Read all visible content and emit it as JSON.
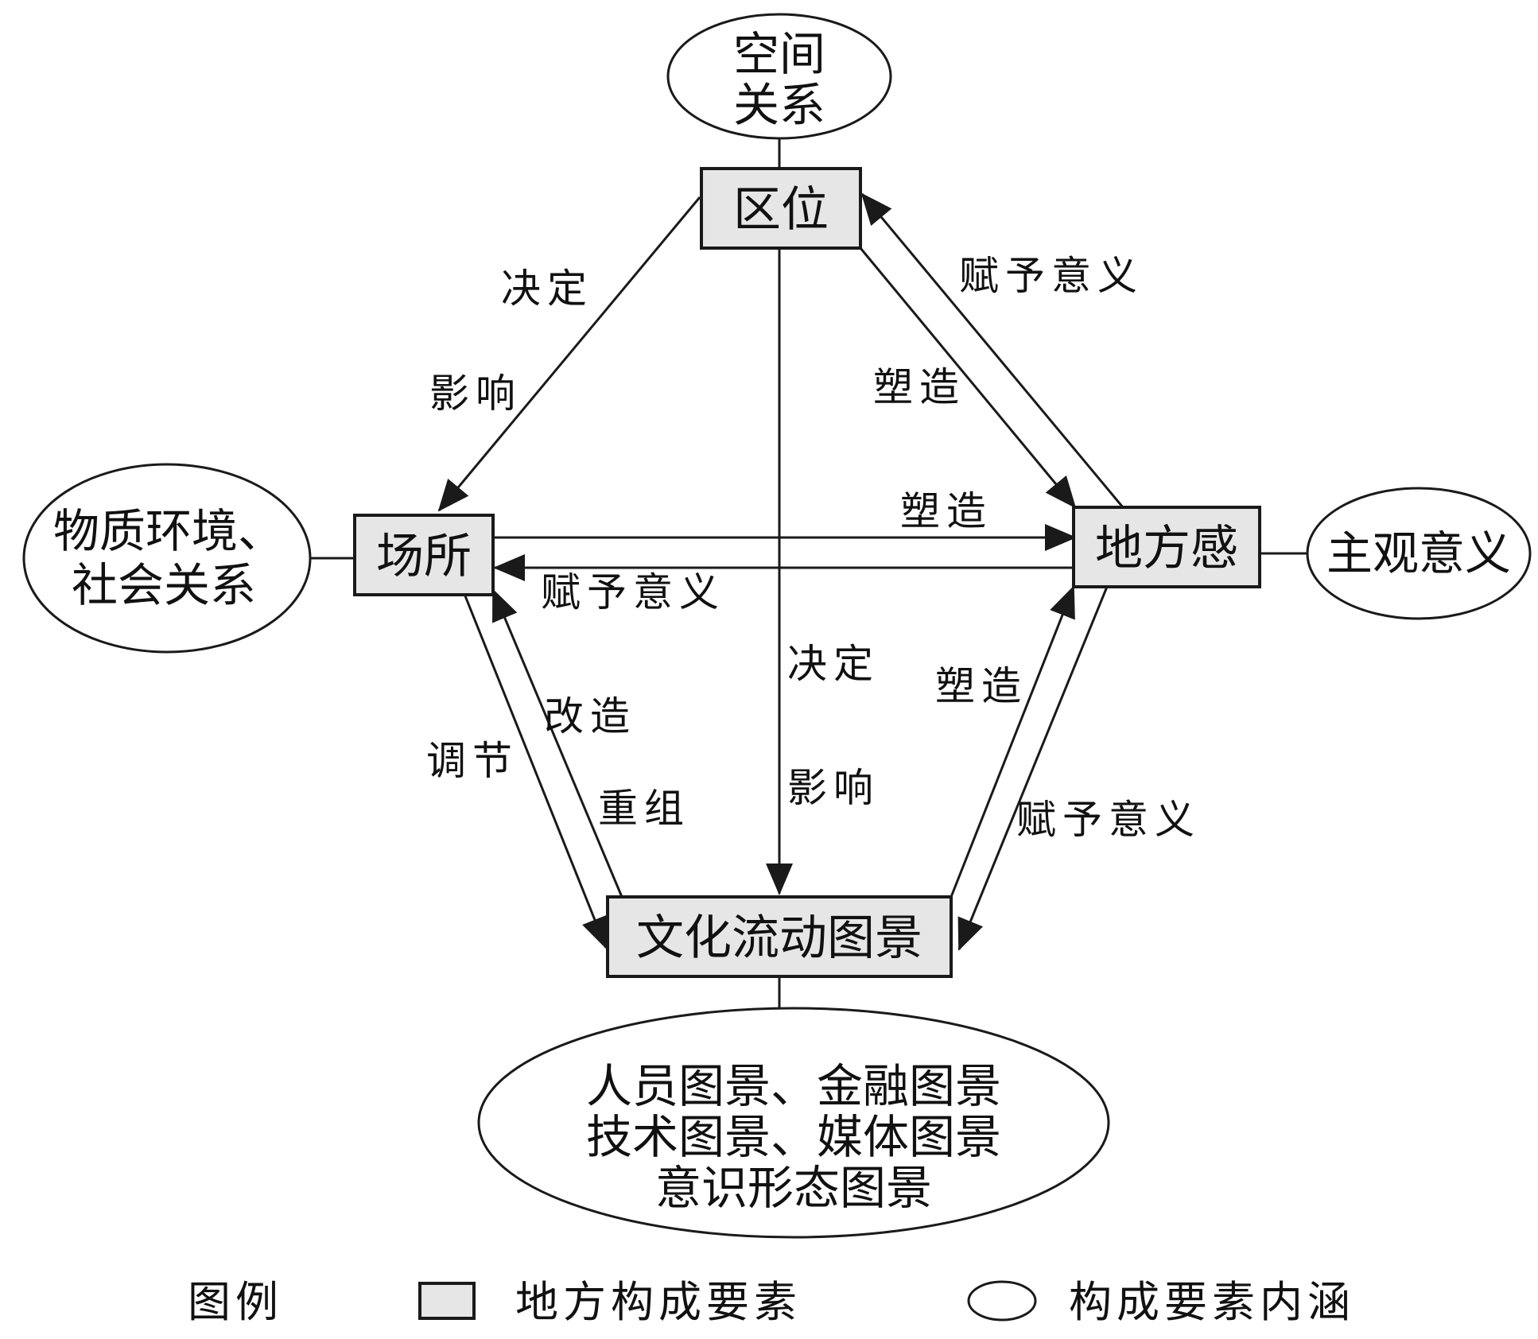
{
  "nodes": {
    "location": "区位",
    "place": "场所",
    "sense_of_place": "地方感",
    "scapes": "文化流动图景"
  },
  "ovals": {
    "spatial_relations": [
      "空间",
      "关系"
    ],
    "material_env": [
      "物质环境、",
      "社会关系"
    ],
    "subjective_meaning": "主观意义",
    "scapes_detail": [
      "人员图景、金融图景",
      "技术图景、媒体图景",
      "意识形态图景"
    ]
  },
  "edges": {
    "location_to_place_1": "决定",
    "location_to_place_2": "影响",
    "sense_to_location": "赋予意义",
    "location_to_sense": "塑造",
    "place_to_sense": "塑造",
    "sense_to_place": "赋予意义",
    "location_to_scapes_1": "决定",
    "location_to_scapes_2": "影响",
    "scapes_to_place_1": "改造",
    "scapes_to_place_2": "重组",
    "place_to_scapes": "调节",
    "scapes_to_sense": "塑造",
    "sense_to_scapes": "赋予意义"
  },
  "legend": {
    "title": "图例",
    "box_label": "地方构成要素",
    "oval_label": "构成要素内涵"
  },
  "colors": {
    "box_fill": "#e6e6e6",
    "stroke": "#1a1a1a"
  }
}
